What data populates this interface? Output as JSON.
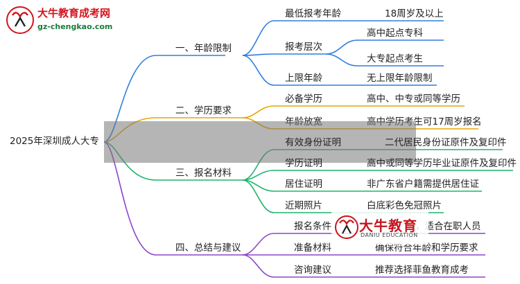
{
  "logo": {
    "name": "大牛教育成考网",
    "url": "gz-chengkao.com"
  },
  "watermark": {
    "name": "大牛教育",
    "en": "DANIU EDUCATION"
  },
  "root": "2025年深圳成人大专",
  "branches": [
    {
      "label": "一、年龄限制",
      "color": "#2f7de1",
      "items": [
        {
          "label": "最低报考年龄",
          "children": [
            "18周岁及以上"
          ]
        },
        {
          "label": "报考层次",
          "children": [
            "高中起点专科",
            "大专起点考生"
          ]
        },
        {
          "label": "上限年龄",
          "children": [
            "无上限年龄限制"
          ]
        }
      ]
    },
    {
      "label": "二、学历要求",
      "color": "#e6a500",
      "items": [
        {
          "label": "必备学历",
          "children": [
            "高中、中专或同等学历"
          ]
        },
        {
          "label": "年龄放宽",
          "children": [
            "高中学历考生可17周岁报名"
          ]
        }
      ]
    },
    {
      "label": "三、报名材料",
      "color": "#1fb36c",
      "items": [
        {
          "label": "有效身份证明",
          "children": [
            "二代居民身份证原件及复印件"
          ]
        },
        {
          "label": "学历证明",
          "children": [
            "高中或同等学历毕业证原件及复印件"
          ]
        },
        {
          "label": "居住证明",
          "children": [
            "非广东省户籍需提供居住证"
          ]
        },
        {
          "label": "近期照片",
          "children": [
            "白底彩色免冠照片"
          ]
        }
      ]
    },
    {
      "label": "四、总结与建议",
      "color": "#8e44c8",
      "items": [
        {
          "label": "报名条件",
          "children": [
            "，适合在职人员"
          ]
        },
        {
          "label": "准备材料",
          "children": [
            "确保符合年龄和学历要求"
          ]
        },
        {
          "label": "咨询建议",
          "children": [
            "推荐选择菲鱼教育成考"
          ]
        }
      ]
    }
  ]
}
